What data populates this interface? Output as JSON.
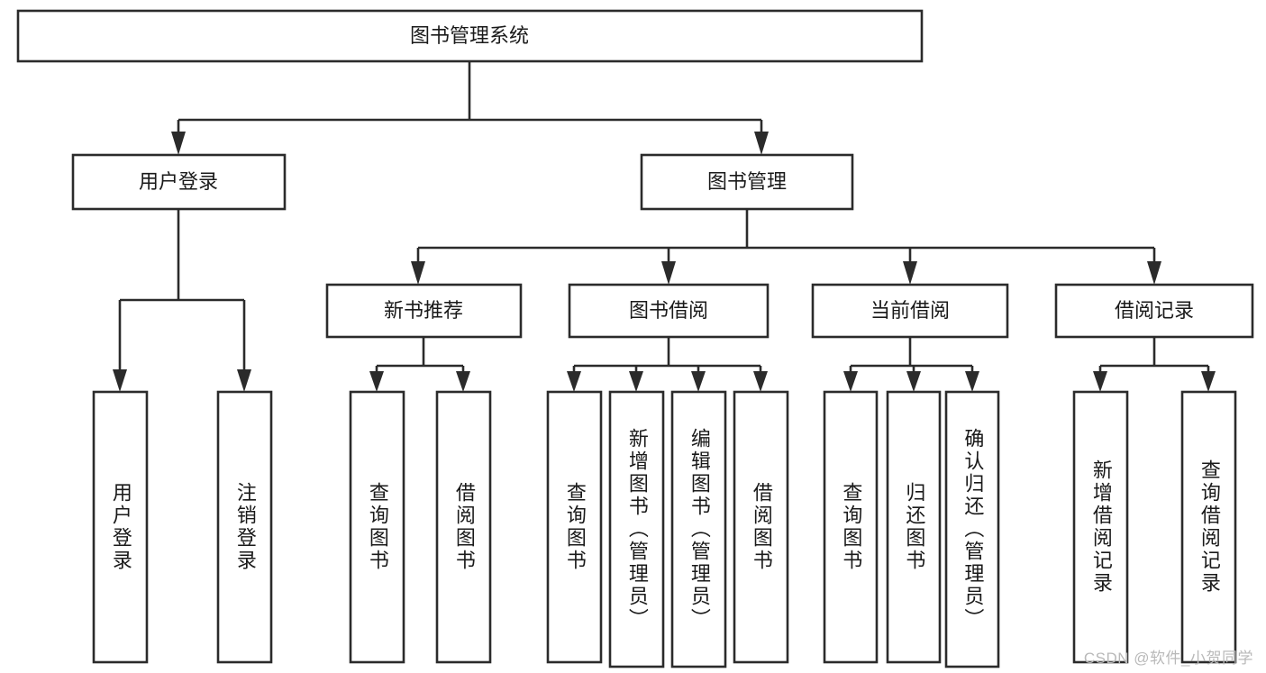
{
  "diagram": {
    "type": "tree",
    "title": "图书管理系统",
    "root": {
      "id": "root",
      "label": "图书管理系统",
      "orientation": "horizontal"
    },
    "level2": [
      {
        "id": "user-login",
        "label": "用户登录",
        "orientation": "horizontal"
      },
      {
        "id": "book-manage",
        "label": "图书管理",
        "orientation": "horizontal"
      }
    ],
    "level3": [
      {
        "id": "new-book-rec",
        "label": "新书推荐",
        "orientation": "horizontal",
        "parent": "book-manage"
      },
      {
        "id": "book-borrow",
        "label": "图书借阅",
        "orientation": "horizontal",
        "parent": "book-manage"
      },
      {
        "id": "current-borrow",
        "label": "当前借阅",
        "orientation": "horizontal",
        "parent": "book-manage"
      },
      {
        "id": "borrow-record",
        "label": "借阅记录",
        "orientation": "horizontal",
        "parent": "book-manage"
      }
    ],
    "leaves": [
      {
        "id": "leaf-user-login",
        "label": "用户登录",
        "orientation": "vertical",
        "parent": "user-login"
      },
      {
        "id": "leaf-user-logout",
        "label": "注销登录",
        "orientation": "vertical",
        "parent": "user-login"
      },
      {
        "id": "leaf-query-book-1",
        "label": "查询图书",
        "orientation": "vertical",
        "parent": "new-book-rec"
      },
      {
        "id": "leaf-borrow-book-1",
        "label": "借阅图书",
        "orientation": "vertical",
        "parent": "new-book-rec"
      },
      {
        "id": "leaf-query-book-2",
        "label": "查询图书",
        "orientation": "vertical",
        "parent": "book-borrow"
      },
      {
        "id": "leaf-add-book",
        "label": "新增图书（管理员）",
        "orientation": "vertical",
        "parent": "book-borrow"
      },
      {
        "id": "leaf-edit-book",
        "label": "编辑图书（管理员）",
        "orientation": "vertical",
        "parent": "book-borrow"
      },
      {
        "id": "leaf-borrow-book-2",
        "label": "借阅图书",
        "orientation": "vertical",
        "parent": "book-borrow"
      },
      {
        "id": "leaf-query-book-3",
        "label": "查询图书",
        "orientation": "vertical",
        "parent": "current-borrow"
      },
      {
        "id": "leaf-return-book",
        "label": "归还图书",
        "orientation": "vertical",
        "parent": "current-borrow"
      },
      {
        "id": "leaf-confirm-return",
        "label": "确认归还（管理员）",
        "orientation": "vertical",
        "parent": "current-borrow"
      },
      {
        "id": "leaf-add-record",
        "label": "新增借阅记录",
        "orientation": "vertical",
        "parent": "borrow-record"
      },
      {
        "id": "leaf-query-record",
        "label": "查询借阅记录",
        "orientation": "vertical",
        "parent": "borrow-record"
      }
    ],
    "colors": {
      "stroke": "#2b2b2b",
      "fill": "#ffffff",
      "text": "#1a1a1a",
      "watermark": "#b9b9b9"
    }
  },
  "watermark": {
    "text": "CSDN @软件_小贺同学"
  }
}
